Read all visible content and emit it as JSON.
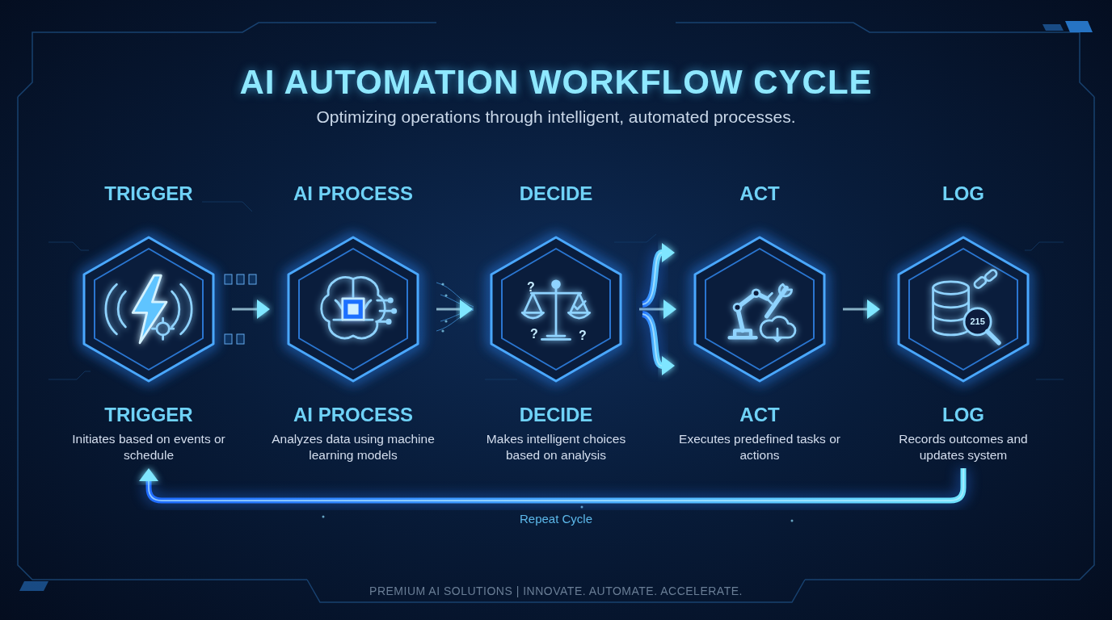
{
  "diagram": {
    "title": "AI AUTOMATION WORKFLOW CYCLE",
    "caption": "Optimizing operations through intelligent, automated processes.",
    "nodes": [
      {
        "text": [
          "TRIGGER",
          "TRIGGER",
          "Initiates based on events or schedule"
        ]
      },
      {
        "text": [
          "AI PROCESS",
          "AI PROCESS",
          "Analyzes data using machine learning models"
        ]
      },
      {
        "text": [
          "DECIDE",
          "DECIDE",
          "Makes intelligent choices based on analysis"
        ]
      },
      {
        "text": [
          "ACT",
          "ACT",
          "Executes predefined tasks or actions"
        ]
      },
      {
        "text": [
          "LOG",
          "LOG",
          "Records outcomes and updates system"
        ]
      }
    ],
    "edges": [
      {
        "from": 0,
        "to": 1,
        "arrow": "to"
      },
      {
        "from": 1,
        "to": 2,
        "arrow": "to"
      },
      {
        "from": 2,
        "to": 3,
        "arrow": "to"
      },
      {
        "from": 3,
        "to": 4,
        "arrow": "to"
      },
      {
        "from": 4,
        "to": 0,
        "label": "Repeat Cycle",
        "arrow": "to"
      }
    ],
    "labels": [
      "?",
      "?",
      "?",
      "215",
      "PREMIUM AI SOLUTIONS | INNOVATE. AUTOMATE. ACCELERATE."
    ]
  }
}
